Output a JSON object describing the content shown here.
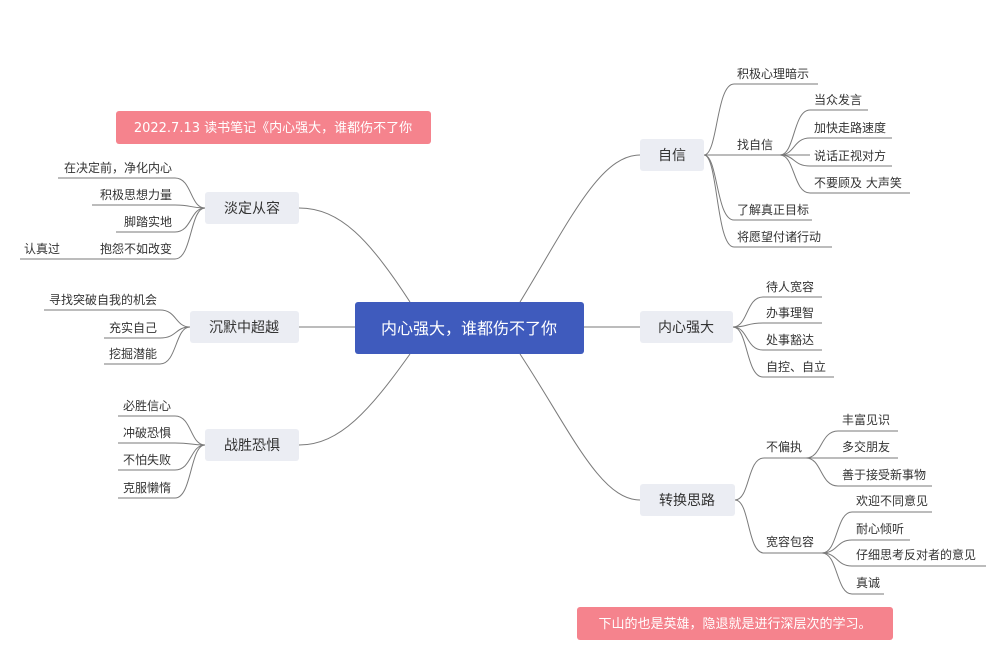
{
  "note_top": "2022.7.13 读书笔记《内心强大，谁都伤不了你",
  "note_bottom": "下山的也是英雄，隐退就是进行深层次的学习。",
  "central": "内心强大，谁都伤不了你",
  "branches": {
    "zixin": {
      "label": "自信",
      "jiji": "积极心理暗示",
      "zhaozixin": {
        "label": "找自信",
        "items": [
          "当众发言",
          "加快走路速度",
          "说话正视对方",
          "不要顾及 大声笑"
        ]
      },
      "liaojie": "了解真正目标",
      "jiangyuan": "将愿望付诸行动"
    },
    "neixin": {
      "label": "内心强大",
      "items": [
        "待人宽容",
        "办事理智",
        "处事豁达",
        "自控、自立"
      ]
    },
    "zhuanhuan": {
      "label": "转换思路",
      "bupianzhi": {
        "label": "不偏执",
        "items": [
          "丰富见识",
          "多交朋友",
          "善于接受新事物"
        ]
      },
      "kuanrong": {
        "label": "宽容包容",
        "items": [
          "欢迎不同意见",
          "耐心倾听",
          "仔细思考反对者的意见",
          "真诚"
        ]
      }
    },
    "danding": {
      "label": "淡定从容",
      "items": [
        "在决定前，净化内心",
        "积极思想力量",
        "脚踏实地",
        "抱怨不如改变"
      ],
      "sub": "认真过"
    },
    "chenmo": {
      "label": "沉默中超越",
      "items": [
        "寻找突破自我的机会",
        "充实自己",
        "挖掘潜能"
      ]
    },
    "zhansheng": {
      "label": "战胜恐惧",
      "items": [
        "必胜信心",
        "冲破恐惧",
        "不怕失败",
        "克服懒惰"
      ]
    }
  }
}
